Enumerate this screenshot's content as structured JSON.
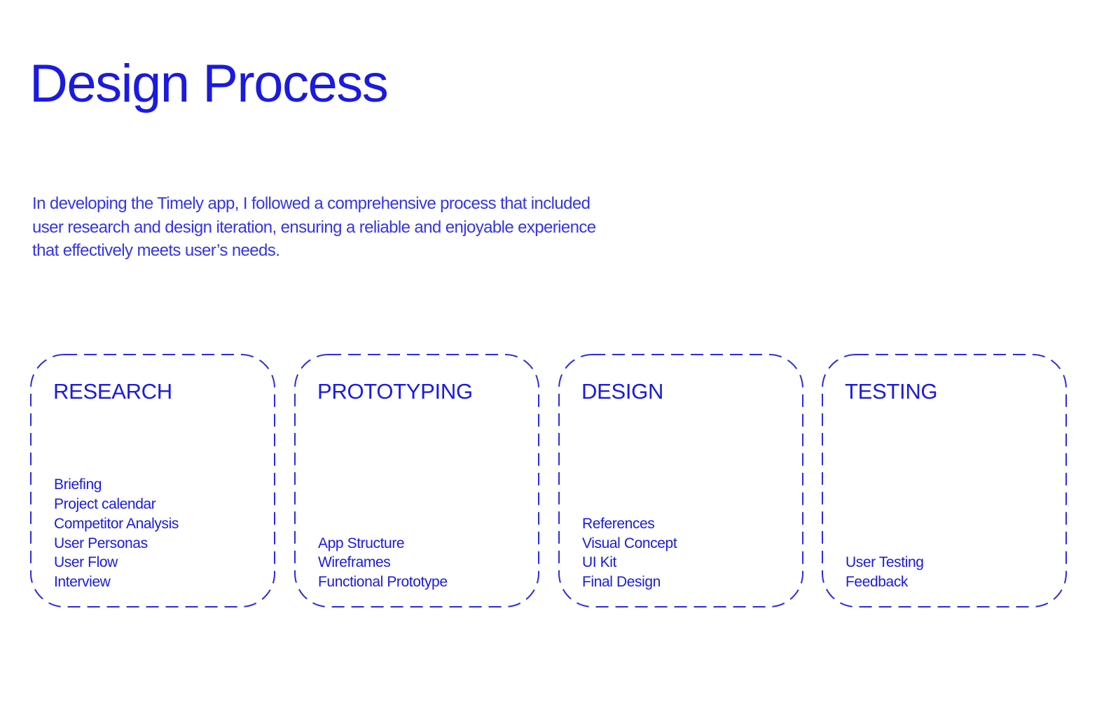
{
  "page": {
    "title": "Design Process",
    "intro_lines": [
      "In developing the Timely app, I followed a comprehensive process that included",
      "user research and design iteration, ensuring a reliable and enjoyable experience",
      "that effectively meets user’s needs."
    ]
  },
  "stages": [
    {
      "title": "RESEARCH",
      "items": [
        "Briefing",
        "Project calendar",
        "Competitor Analysis",
        "User Personas",
        "User Flow",
        "Interview"
      ]
    },
    {
      "title": "PROTOTYPING",
      "items": [
        "App Structure",
        "Wireframes",
        "Functional Prototype"
      ]
    },
    {
      "title": "DESIGN",
      "items": [
        "References",
        "Visual Concept",
        "UI Kit",
        "Final Design"
      ]
    },
    {
      "title": "TESTING",
      "items": [
        "User Testing",
        "Feedback"
      ]
    }
  ],
  "colors": {
    "accent": "#1a1ae0"
  }
}
